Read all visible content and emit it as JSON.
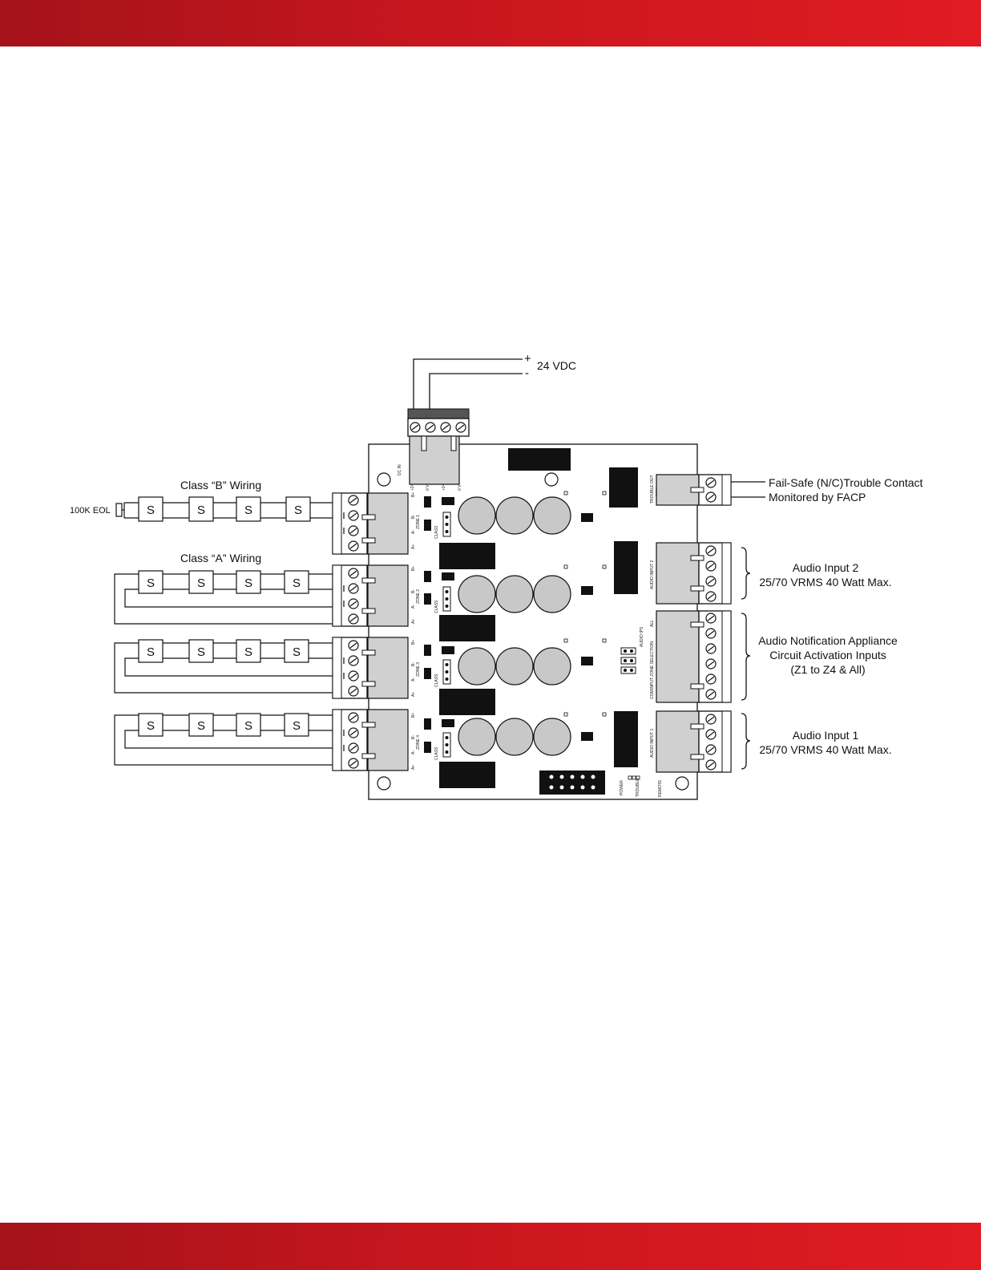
{
  "header_band": {
    "color": "#c8161e"
  },
  "footer_band": {
    "color": "#c8161e"
  },
  "power": {
    "plus": "+",
    "minus": "-",
    "label": "24 VDC"
  },
  "wiring": {
    "class_b_label": "Class “B” Wiring",
    "class_a_label": "Class “A” Wiring",
    "eol_label": "100K EOL",
    "speaker_symbol": "S"
  },
  "trouble_contact": {
    "line1": "Fail-Safe (N/C)Trouble Contact",
    "line2": "Monitored by FACP"
  },
  "audio_input_2": {
    "title": "Audio Input 2",
    "rating": "25/70 VRMS 40 Watt Max."
  },
  "activation_inputs": {
    "line1": "Audio Notification Appliance",
    "line2": "Circuit Activation Inputs",
    "line3": "(Z1 to Z4 & All)"
  },
  "audio_input_1": {
    "title": "Audio Input 1",
    "rating": "25/70 VRMS 40 Watt Max."
  },
  "board_labels": {
    "dc_in": "DC IN",
    "plus24": "+24V",
    "zero_v": "0 V",
    "zone1": "ZONE 1",
    "zone2": "ZONE 2",
    "zone3": "ZONE 3",
    "zone4": "ZONE 4",
    "class": "CLASS",
    "b_plus": "B+",
    "b_minus": "B-",
    "a_plus": "A+",
    "a_minus": "A-",
    "trouble_out": "TROUBLE OUT",
    "com": "COM",
    "audio_input_1": "AUDIO INPUT 1",
    "audio_input_2": "AUDIO INPUT 2",
    "audio_ips": "AUDIO IPS",
    "input_zone_selection": "INPUT ZONE SELECTION",
    "all": "ALL",
    "power": "POWER",
    "trouble": "TROUBLE",
    "remote": "REMOTE"
  }
}
